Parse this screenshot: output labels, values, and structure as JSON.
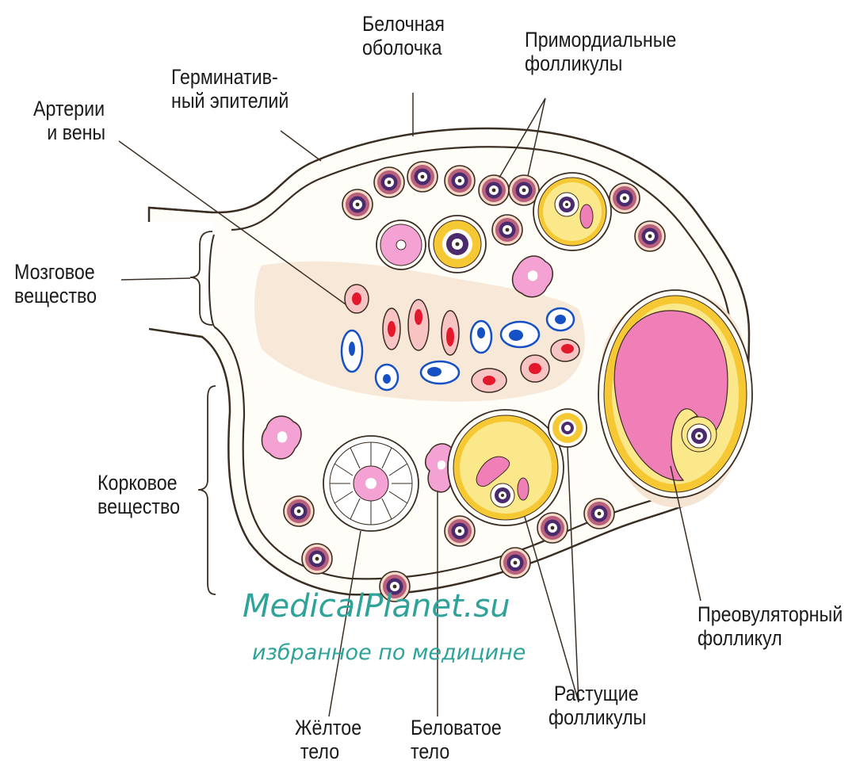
{
  "labels": {
    "tunica": [
      "Белочная",
      "оболочка"
    ],
    "primordial": [
      "Примордиальные",
      "фолликулы"
    ],
    "germinal": [
      "Герминатив-",
      "ный эпителий"
    ],
    "arteries": [
      "Артерии",
      "и вены"
    ],
    "medulla": [
      "Мозговое",
      "вещество"
    ],
    "cortex": [
      "Корковое",
      "вещество"
    ],
    "preovulatory": [
      "Преовуляторный",
      "фолликул"
    ],
    "growing": [
      "Растущие",
      "фолликулы"
    ],
    "corpus_luteum": [
      "Жёлтое",
      "тело"
    ],
    "corpus_albicans": [
      "Беловатое",
      "тело"
    ]
  },
  "watermark": {
    "site": "MedicalPlanet.su",
    "tagline": "избранное по медицине"
  },
  "colors": {
    "capsule_fill": "#fffdf8",
    "outline": "#3a2d22",
    "medulla_fill": "#f6e4d2",
    "follicle_gold": "#f6c934",
    "follicle_yellow": "#fbe88a",
    "antrum_pink": "#f07fb8",
    "albicans_pink": "#f3a2d3",
    "primordial_ring": "#b9607c",
    "primordial_dark": "#4a2c6e",
    "artery_red": "#e3182a",
    "vein_blue": "#1550c4",
    "watermark": "#2fa39a"
  }
}
